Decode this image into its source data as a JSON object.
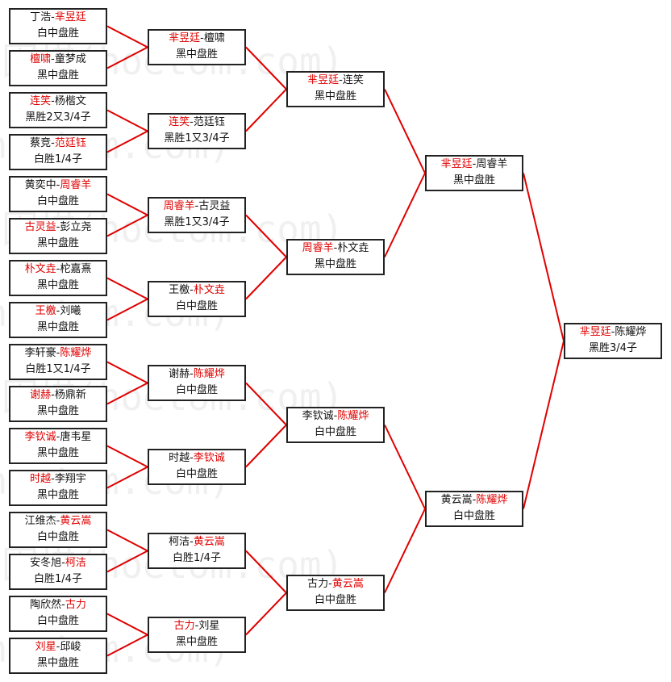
{
  "watermark": "弘通围棋(hoetom.com)",
  "colors": {
    "winner": "#e00000",
    "line": "#e00000",
    "border": "#222222"
  },
  "rounds": [
    [
      {
        "a": "丁浩",
        "b": "芈昱廷",
        "winner": "b",
        "result": "白中盘胜"
      },
      {
        "a": "檀啸",
        "b": "童梦成",
        "winner": "a",
        "result": "黑中盘胜"
      },
      {
        "a": "连笑",
        "b": "杨楷文",
        "winner": "a",
        "result": "黑胜2又3/4子"
      },
      {
        "a": "蔡竞",
        "b": "范廷钰",
        "winner": "b",
        "result": "白胜1/4子"
      },
      {
        "a": "黄奕中",
        "b": "周睿羊",
        "winner": "b",
        "result": "白中盘胜"
      },
      {
        "a": "古灵益",
        "b": "彭立尧",
        "winner": "a",
        "result": "黑中盘胜"
      },
      {
        "a": "朴文垚",
        "b": "柁嘉熹",
        "winner": "a",
        "result": "黑中盘胜"
      },
      {
        "a": "王檄",
        "b": "刘曦",
        "winner": "a",
        "result": "黑中盘胜"
      },
      {
        "a": "李轩豪",
        "b": "陈耀烨",
        "winner": "b",
        "result": "白胜1又1/4子"
      },
      {
        "a": "谢赫",
        "b": "杨鼎新",
        "winner": "a",
        "result": "黑中盘胜"
      },
      {
        "a": "李钦诚",
        "b": "唐韦星",
        "winner": "a",
        "result": "黑中盘胜"
      },
      {
        "a": "时越",
        "b": "李翔宇",
        "winner": "a",
        "result": "黑中盘胜"
      },
      {
        "a": "江维杰",
        "b": "黄云嵩",
        "winner": "b",
        "result": "白中盘胜"
      },
      {
        "a": "安冬旭",
        "b": "柯洁",
        "winner": "b",
        "result": "白胜1/4子"
      },
      {
        "a": "陶欣然",
        "b": "古力",
        "winner": "b",
        "result": "白中盘胜"
      },
      {
        "a": "刘星",
        "b": "邱峻",
        "winner": "a",
        "result": "黑中盘胜"
      }
    ],
    [
      {
        "a": "芈昱廷",
        "b": "檀啸",
        "winner": "a",
        "result": "黑中盘胜"
      },
      {
        "a": "连笑",
        "b": "范廷钰",
        "winner": "a",
        "result": "黑胜1又3/4子"
      },
      {
        "a": "周睿羊",
        "b": "古灵益",
        "winner": "a",
        "result": "黑胜1又3/4子"
      },
      {
        "a": "王檄",
        "b": "朴文垚",
        "winner": "b",
        "result": "白中盘胜"
      },
      {
        "a": "谢赫",
        "b": "陈耀烨",
        "winner": "b",
        "result": "白中盘胜"
      },
      {
        "a": "时越",
        "b": "李钦诚",
        "winner": "b",
        "result": "白中盘胜"
      },
      {
        "a": "柯洁",
        "b": "黄云嵩",
        "winner": "b",
        "result": "白胜1/4子"
      },
      {
        "a": "古力",
        "b": "刘星",
        "winner": "a",
        "result": "黑中盘胜"
      }
    ],
    [
      {
        "a": "芈昱廷",
        "b": "连笑",
        "winner": "a",
        "result": "黑中盘胜"
      },
      {
        "a": "周睿羊",
        "b": "朴文垚",
        "winner": "a",
        "result": "黑中盘胜"
      },
      {
        "a": "李钦诚",
        "b": "陈耀烨",
        "winner": "b",
        "result": "白中盘胜"
      },
      {
        "a": "古力",
        "b": "黄云嵩",
        "winner": "b",
        "result": "白中盘胜"
      }
    ],
    [
      {
        "a": "芈昱廷",
        "b": "周睿羊",
        "winner": "a",
        "result": "黑中盘胜"
      },
      {
        "a": "黄云嵩",
        "b": "陈耀烨",
        "winner": "b",
        "result": "白中盘胜"
      }
    ],
    [
      {
        "a": "芈昱廷",
        "b": "陈耀烨",
        "winner": "a",
        "result": "黑胜3/4子"
      }
    ]
  ]
}
